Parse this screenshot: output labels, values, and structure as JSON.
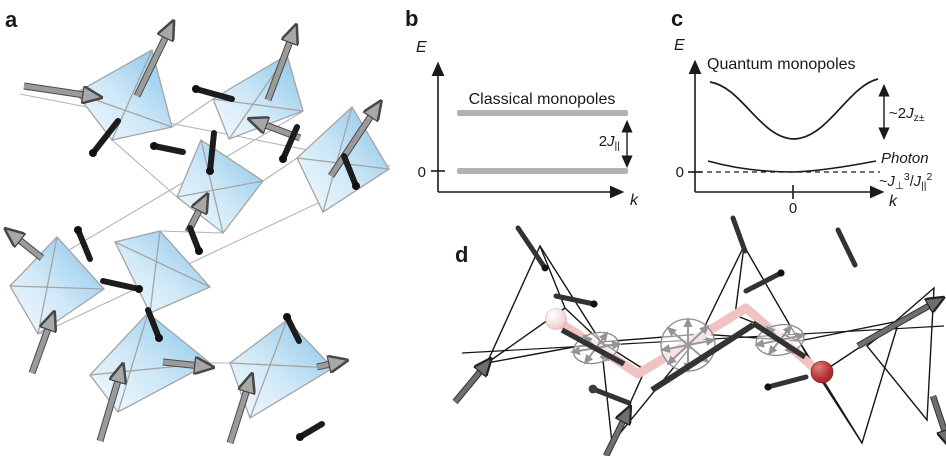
{
  "panel_a": {
    "label": "a"
  },
  "panel_b": {
    "label": "b",
    "ylabel": "E",
    "xlabel": "k",
    "zero_tick": "0",
    "band_label": "Classical monopoles",
    "gap_coef": "2",
    "gap_symbol": "J",
    "gap_sub": "||"
  },
  "panel_c": {
    "label": "c",
    "ylabel": "E",
    "xlabel": "k",
    "zero_tick_y": "0",
    "zero_tick_x": "0",
    "band_label": "Quantum monopoles",
    "gap_tilde_coef": "~2",
    "gap_symbol": "J",
    "gap_sub": "z±",
    "photon_label": "Photon",
    "scale_tilde": "~",
    "scale_j1": "J",
    "scale_j1_sub": "⊥",
    "scale_j1_sup": "3",
    "scale_slash": "/",
    "scale_j2": "J",
    "scale_j2_sub": "||",
    "scale_j2_sup": "2"
  },
  "panel_d": {
    "label": "d"
  },
  "colors": {
    "tetrahedron_fill_light": "#f2f9fe",
    "tetrahedron_fill_deep": "#86c3e9",
    "tetrahedron_edge": "#a4a4a4",
    "band_gray": "#b3b3b3",
    "axis_black": "#1a1a1a",
    "spin_arrow_gray": "#9b9b9b",
    "spin_rod_black": "#1c1c1c",
    "wireframe_black": "#161616",
    "monopole_path_pink": "#eec3c1",
    "monopole_sphere_red": "#a32626",
    "monopole_sphere_pink": "#f7dcdc"
  },
  "chart_data": [
    {
      "panel": "b",
      "type": "line",
      "title": "Classical monopoles: flat bands",
      "xlabel": "k",
      "ylabel": "E",
      "yticks": [
        "0"
      ],
      "grid": false,
      "legend": "none",
      "series": [
        {
          "name": "Classical monopoles (flat band)",
          "x": [
            0,
            1
          ],
          "y": [
            "2J||",
            "2J||"
          ],
          "color": "#b3b3b3",
          "style": "thick-flat-band"
        },
        {
          "name": "Ground state (flat band)",
          "x": [
            0,
            1
          ],
          "y": [
            0,
            0
          ],
          "color": "#b3b3b3",
          "style": "thick-flat-band"
        }
      ],
      "annotations": [
        {
          "text": "Classical monopoles",
          "target": "upper flat band"
        },
        {
          "text": "2J||",
          "target": "energy gap between bands",
          "marker": "double-headed vertical arrow"
        }
      ]
    },
    {
      "panel": "c",
      "type": "line",
      "title": "Quantum monopoles: dispersive bands",
      "xlabel": "k",
      "ylabel": "E",
      "xticks": [
        "0"
      ],
      "yticks": [
        "0"
      ],
      "grid": false,
      "legend": "none",
      "series": [
        {
          "name": "Quantum monopoles",
          "x": [
            -1,
            -0.5,
            0,
            0.5,
            1
          ],
          "y": [
            1.0,
            0.78,
            0.42,
            0.78,
            1.0
          ],
          "color": "#1a1a1a",
          "style": "solid curve, cosine-like dip at k=0"
        },
        {
          "name": "Photon",
          "x": [
            -1,
            -0.5,
            0,
            0.5,
            1
          ],
          "y": [
            0.1,
            0.04,
            0.005,
            0.04,
            0.09
          ],
          "color": "#1a1a1a",
          "style": "shallow dispersion touching zero at k=0"
        },
        {
          "name": "Zero energy reference",
          "x": [
            -1,
            1
          ],
          "y": [
            0,
            0
          ],
          "color": "#1a1a1a",
          "style": "dashed"
        }
      ],
      "annotations": [
        {
          "text": "Quantum monopoles",
          "target": "upper band"
        },
        {
          "text": "~2Jz±",
          "target": "monopole bandwidth",
          "marker": "double-headed vertical arrow"
        },
        {
          "text": "Photon",
          "target": "lower band"
        },
        {
          "text": "~J⊥3/J||2",
          "target": "photon bandwidth scale"
        }
      ]
    }
  ]
}
